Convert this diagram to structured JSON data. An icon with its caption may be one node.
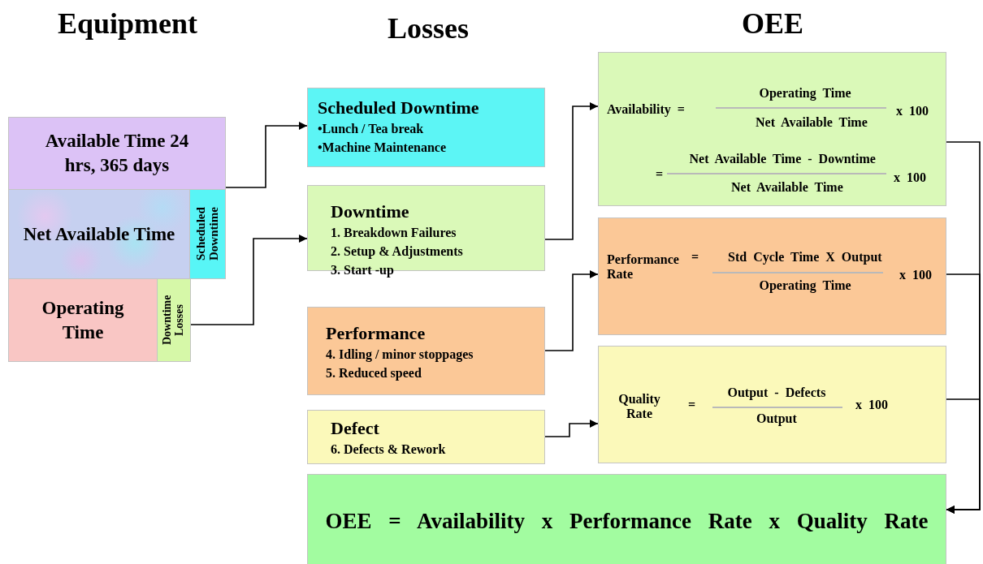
{
  "diagram": {
    "nodes": [
      {
        "text": [
          "Available Time 24 hrs, 365 days"
        ]
      },
      {
        "text": [
          "Net Available Time"
        ]
      },
      {
        "text": [
          "Scheduled Downtime"
        ]
      },
      {
        "text": [
          "Operating Time"
        ]
      },
      {
        "text": [
          "Downtime Losses"
        ]
      },
      {
        "text": [
          "Scheduled Downtime",
          "•Lunch / Tea break",
          "•Machine Maintenance"
        ]
      },
      {
        "text": [
          "Downtime",
          "1. Breakdown Failures",
          "2. Setup & Adjustments",
          "3. Start -up"
        ]
      },
      {
        "text": [
          "Performance",
          "4. Idling / minor stoppages",
          "5. Reduced speed"
        ]
      },
      {
        "text": [
          "Defect",
          "6. Defects & Rework"
        ]
      },
      {
        "text": [
          "Availability =",
          "Operating Time",
          "Net Available Time",
          "x 100",
          "=",
          "Net Available Time - Downtime",
          "Net Available Time",
          "x 100"
        ]
      },
      {
        "text": [
          "Performance Rate",
          "=",
          "Std Cycle Time X Output",
          "Operating Time",
          "x 100"
        ]
      },
      {
        "text": [
          "Quality Rate",
          "=",
          "Output - Defects",
          "Output",
          "x 100"
        ]
      },
      {
        "text": [
          "OEE = Availability x Performance Rate x Quality Rate"
        ]
      }
    ],
    "edges": [
      {
        "from": 2,
        "to": 5,
        "arrow": "to"
      },
      {
        "from": 4,
        "to": 6,
        "arrow": "to"
      },
      {
        "from": 6,
        "to": 9,
        "arrow": "to"
      },
      {
        "from": 7,
        "to": 10,
        "arrow": "to"
      },
      {
        "from": 8,
        "to": 11,
        "arrow": "to"
      },
      {
        "from": 9,
        "to": 12,
        "arrow": "to"
      },
      {
        "from": 10,
        "to": 12,
        "arrow": "to"
      },
      {
        "from": 11,
        "to": 12,
        "arrow": "to"
      }
    ],
    "labels": [
      "Equipment",
      "Losses",
      "OEE"
    ]
  }
}
